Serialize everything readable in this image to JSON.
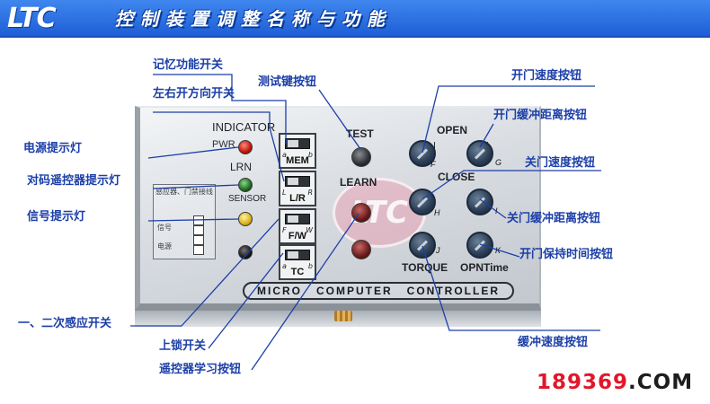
{
  "header": {
    "logo": "LTC",
    "title": "控制装置调整名称与功能"
  },
  "panel": {
    "indicator": "INDICATOR",
    "pwr": "PWR",
    "lrn": "LRN",
    "sensor": "SENSOR",
    "terminal_header": "感应器、门禁接线",
    "terminal_line1": "信号",
    "terminal_line2": "电源",
    "switches": [
      {
        "label": "MEM",
        "a": "a",
        "b": "b"
      },
      {
        "label": "L/R",
        "a": "L",
        "b": "R"
      },
      {
        "label": "F/W",
        "a": "F",
        "b": "W"
      },
      {
        "label": "TC",
        "a": "a",
        "b": "b"
      }
    ],
    "test": "TEST",
    "learn": "LEARN",
    "open": "OPEN",
    "close": "CLOSE",
    "torque": "TORQUE",
    "opntime": "OPNTime",
    "pots": [
      "F",
      "G",
      "H",
      "I",
      "J",
      "K"
    ],
    "footer": "MICRO   COMPUTER   CONTROLLER",
    "watermark": "LTC"
  },
  "callouts": {
    "mem": "记忆功能开关",
    "lr": "左右开方向开关",
    "test": "测试键按钮",
    "pwr": "电源提示灯",
    "lrn": "对码遥控器提示灯",
    "signal": "信号提示灯",
    "fw": "一、二次感应开关",
    "tc": "上锁开关",
    "learn": "遥控器学习按钮",
    "open_speed": "开门速度按钮",
    "open_cushion": "开门缓冲距离按钮",
    "close_speed": "关门速度按钮",
    "close_cushion": "关门缓冲距离按钮",
    "open_time": "开门保持时间按钮",
    "torque_speed": "缓冲速度按钮"
  },
  "site": {
    "number": "189369",
    "domain": ".COM"
  },
  "colors": {
    "header": "#2a6fe3",
    "callout": "#1c3fa8",
    "site_number": "#e0172a"
  }
}
